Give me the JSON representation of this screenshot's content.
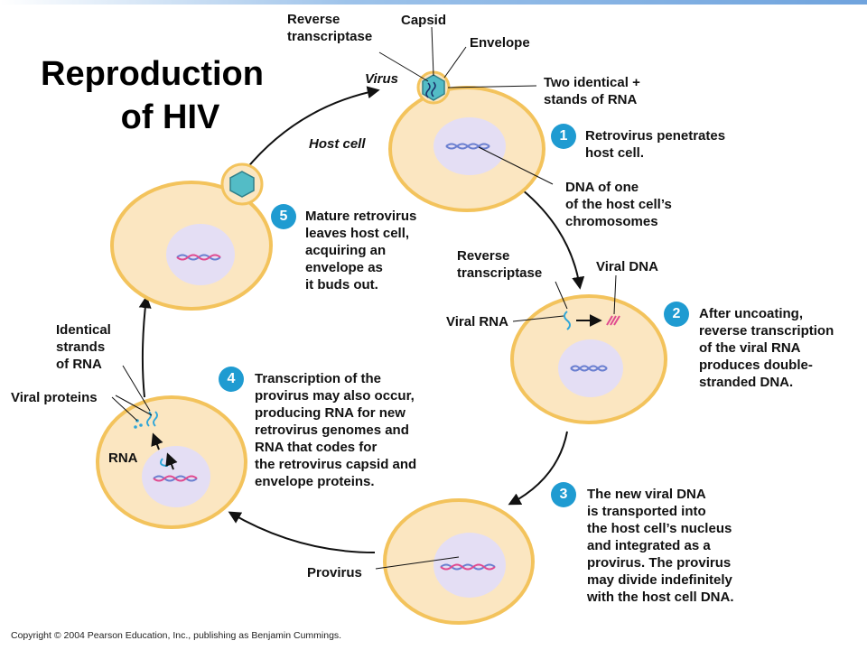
{
  "title": {
    "line1": "Reproduction",
    "line2": "of HIV"
  },
  "labels": {
    "reverse_transcriptase_top": [
      "Reverse",
      "transcriptase"
    ],
    "capsid": "Capsid",
    "envelope": "Envelope",
    "virus": "Virus",
    "two_identical": [
      "Two identical +",
      "stands of RNA"
    ],
    "host_cell": "Host cell",
    "dna_of_one": [
      "DNA of one",
      "of the host cell’s",
      "chromosomes"
    ],
    "reverse_transcriptase_mid": [
      "Reverse",
      "transcriptase"
    ],
    "viral_dna": "Viral DNA",
    "viral_rna": "Viral RNA",
    "provirus": "Provirus",
    "identical_strands": [
      "Identical",
      "strands",
      "of RNA"
    ],
    "viral_proteins": "Viral proteins",
    "rna": "RNA"
  },
  "steps": [
    {
      "num": "1",
      "text": [
        "Retrovirus penetrates",
        "host cell."
      ]
    },
    {
      "num": "2",
      "text": [
        "After uncoating,",
        "reverse transcription",
        "of the viral RNA",
        "produces double-",
        "stranded DNA."
      ]
    },
    {
      "num": "3",
      "text": [
        "The new viral DNA",
        "is transported into",
        "the host cell’s nucleus",
        "and integrated as a",
        "provirus. The provirus",
        "may divide indefinitely",
        "with the host cell DNA."
      ]
    },
    {
      "num": "4",
      "text": [
        "Transcription of the",
        "provirus may also occur,",
        "producing RNA for new",
        "retrovirus genomes and",
        "RNA that codes for",
        "the retrovirus capsid and",
        "envelope proteins."
      ]
    },
    {
      "num": "5",
      "text": [
        "Mature retrovirus",
        "leaves host cell,",
        "acquiring an",
        "envelope as",
        "it buds out."
      ]
    }
  ],
  "copyright": "Copyright © 2004 Pearson Education, Inc., publishing as Benjamin Cummings.",
  "colors": {
    "cell_fill": "#fbe6c1",
    "cell_stroke": "#f3c35c",
    "nucleus": "#e4def4",
    "step_badge": "#1f9bd1",
    "dna_blue": "#6a7fd0",
    "dna_pink": "#e04a8f",
    "rna": "#2fa6d8",
    "virus": "#53bcc6"
  }
}
